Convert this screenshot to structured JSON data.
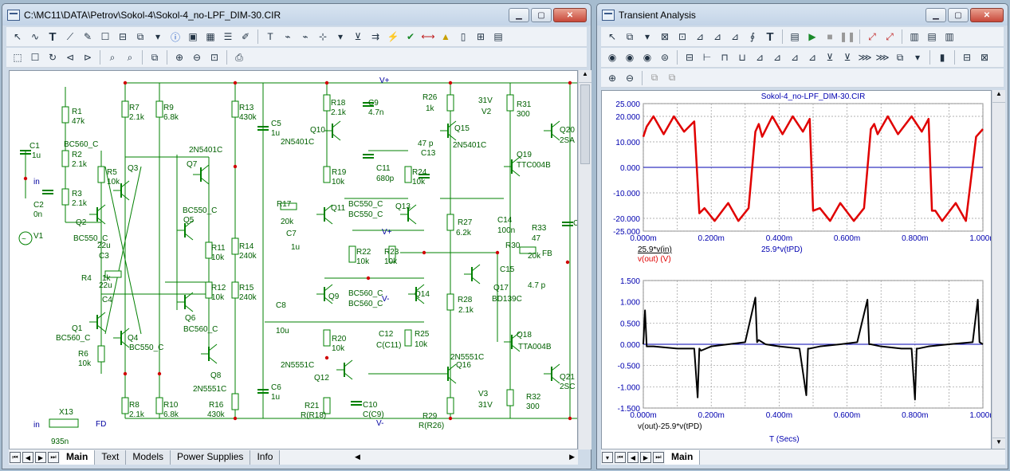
{
  "left": {
    "title": "C:\\MC11\\DATA\\Petrov\\Sokol-4\\Sokol-4_no-LPF_DIM-30.CIR",
    "tabs": [
      "Main",
      "Text",
      "Models",
      "Power Supplies",
      "Info"
    ],
    "active_tab": "Main"
  },
  "right": {
    "title": "Transient Analysis",
    "tabs": [
      "Main"
    ],
    "active_tab": "Main"
  },
  "schematic": {
    "labels": [
      "R1",
      "47k",
      "C1",
      "1u",
      "R2",
      "2.1k",
      "R3",
      "2.1k",
      "C2",
      "0n",
      "V1",
      "Q2",
      "BC550_C",
      "Q3",
      "BC560_C",
      "R5",
      "10k",
      "R7",
      "2.1k",
      "R9",
      "6.8k",
      "C3",
      "22u",
      "22u",
      "R4",
      "1k",
      "C4",
      "Q1",
      "BC560_C",
      "Q4",
      "BC550_C",
      "R6",
      "10k",
      "R8",
      "2.1k",
      "R10",
      "6.8k",
      "X13",
      "935n",
      "Q7",
      "2N5401C",
      "Q5",
      "BC550_C",
      "R11",
      "10k",
      "R12",
      "10k",
      "Q6",
      "BC560_C",
      "Q8",
      "2N5551C",
      "R13",
      "430k",
      "C5",
      "1u",
      "R14",
      "240k",
      "R15",
      "240k",
      "R16",
      "430k",
      "C6",
      "1u",
      "C8",
      "10u",
      "R17",
      "20k",
      "C7",
      "1u",
      "R18",
      "2.1k",
      "C9",
      "4.7n",
      "Q10",
      "2N5401C",
      "R19",
      "10k",
      "C11",
      "680p",
      "R24",
      "10k",
      "Q11",
      "BC550_C",
      "BC550_C",
      "Q13",
      "R22",
      "10k",
      "R23",
      "10k",
      "Q9",
      "BC560_C",
      "BC560_C",
      "Q14",
      "R20",
      "10k",
      "C12",
      "C(C11)",
      "R25",
      "10k",
      "Q12",
      "2N5551C",
      "R21",
      "R(R18)",
      "C10",
      "C(C9)",
      "R26",
      "1k",
      "V2",
      "31V",
      "Q15",
      "2N5401C",
      "C13",
      "47 p",
      "R29",
      "R(R26)",
      "Q16",
      "2N5551C",
      "V3",
      "31V",
      "R27",
      "6.2k",
      "R28",
      "2.1k",
      "C14",
      "100n",
      "R30",
      "20k",
      "C15",
      "4.7 p",
      "Q17",
      "BD139C",
      "FB",
      "R33",
      "47",
      "R31",
      "300",
      "Q19",
      "TTC004B",
      "Q20",
      "2SA",
      "Q18",
      "TTA004B",
      "Q21",
      "2SC",
      "R32",
      "300",
      "V+",
      "V-",
      "V+",
      "V-",
      "in",
      "in",
      "FD",
      "C"
    ]
  },
  "plot_top": {
    "title": "Sokol-4_no-LPF_DIM-30.CIR",
    "y_ticks": [
      "25.000",
      "20.000",
      "10.000",
      "0.000",
      "-10.000",
      "-20.000",
      "-25.000"
    ],
    "x_ticks": [
      "0.000m",
      "0.200m",
      "0.400m",
      "0.600m",
      "0.800m",
      "1.000m"
    ],
    "legend_1": "25.9*v(in)",
    "legend_2": "v(out) (V)",
    "legend_3": "25.9*v(tPD)",
    "colors": {
      "trace": "#e00000",
      "ref": "#0000b0"
    }
  },
  "plot_bottom": {
    "y_ticks": [
      "1.500",
      "1.000",
      "0.500",
      "0.000",
      "-0.500",
      "-1.000",
      "-1.500"
    ],
    "x_ticks": [
      "0.000m",
      "0.200m",
      "0.400m",
      "0.600m",
      "0.800m",
      "1.000m"
    ],
    "legend": "v(out)-25.9*v(tPD)",
    "xlabel": "T (Secs)",
    "colors": {
      "trace": "#000000",
      "ref": "#0000b0"
    }
  },
  "chart_data": [
    {
      "type": "line",
      "title": "Sokol-4_no-LPF_DIM-30.CIR",
      "xlabel": "",
      "ylabel": "",
      "xlim": [
        0,
        1.0
      ],
      "ylim": [
        -25,
        25
      ],
      "x_unit": "ms",
      "series": [
        {
          "name": "v(out) (V)",
          "x": [
            0,
            0.01,
            0.03,
            0.06,
            0.09,
            0.12,
            0.15,
            0.165,
            0.18,
            0.21,
            0.25,
            0.28,
            0.31,
            0.33,
            0.34,
            0.35,
            0.38,
            0.41,
            0.44,
            0.47,
            0.49,
            0.5,
            0.52,
            0.55,
            0.58,
            0.62,
            0.65,
            0.67,
            0.68,
            0.69,
            0.72,
            0.75,
            0.79,
            0.82,
            0.84,
            0.85,
            0.86,
            0.88,
            0.92,
            0.95,
            0.98,
            1.0
          ],
          "y": [
            12,
            16,
            20,
            13,
            20,
            14,
            18,
            -18,
            -16,
            -21,
            -14,
            -21,
            -16,
            14,
            17,
            12,
            20,
            13,
            20,
            14,
            19,
            -17,
            -16,
            -21,
            -14,
            -21,
            -16,
            15,
            17,
            13,
            20,
            13,
            20,
            14,
            19,
            -17,
            -17,
            -21,
            -14,
            -21,
            12,
            15
          ]
        },
        {
          "name": "25.9*v(tPD)",
          "x": [
            0,
            1.0
          ],
          "y": [
            0,
            0
          ]
        }
      ]
    },
    {
      "type": "line",
      "xlabel": "T (Secs)",
      "ylabel": "",
      "xlim": [
        0,
        1.0
      ],
      "ylim": [
        -1.5,
        1.5
      ],
      "x_unit": "ms",
      "series": [
        {
          "name": "v(out)-25.9*v(tPD)",
          "x": [
            0,
            0.005,
            0.01,
            0.03,
            0.1,
            0.15,
            0.16,
            0.165,
            0.17,
            0.2,
            0.25,
            0.3,
            0.33,
            0.335,
            0.34,
            0.36,
            0.4,
            0.46,
            0.48,
            0.485,
            0.49,
            0.52,
            0.58,
            0.63,
            0.66,
            0.665,
            0.67,
            0.7,
            0.76,
            0.79,
            0.8,
            0.805,
            0.81,
            0.84,
            0.9,
            0.97,
            0.985,
            0.99,
            1.0
          ],
          "y": [
            0,
            0.8,
            -0.05,
            -0.05,
            -0.1,
            -0.1,
            -1.25,
            -0.1,
            -0.15,
            -0.05,
            0,
            0.05,
            1.1,
            0.05,
            0.1,
            0,
            -0.05,
            -0.1,
            -1.2,
            -0.1,
            -0.1,
            -0.05,
            0,
            0.05,
            1.05,
            0,
            0,
            -0.05,
            -0.1,
            -0.1,
            -1.3,
            -0.1,
            -0.1,
            -0.05,
            0,
            0.05,
            1.05,
            0.05,
            0
          ]
        }
      ]
    }
  ]
}
